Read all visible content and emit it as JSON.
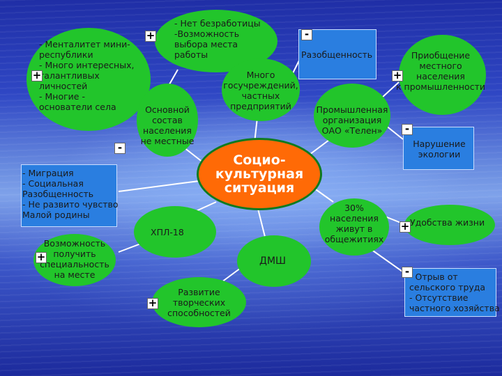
{
  "center": {
    "label": "Социо-\nкультурная\nситуация"
  },
  "nodes": {
    "mentalitet": {
      "text": "- Менталитет мини-\nреспублики\n- Много интересных,\nталантливых\nличностей\n- Многие -\nоснователи села",
      "sign": "+"
    },
    "bezrabotica": {
      "text": "- Нет безработицы\n-Возможность\nвыбора места\nработы",
      "sign": "+"
    },
    "razobshchennost_top": {
      "text": "Разобщенность",
      "sign": "-"
    },
    "priobshchenie": {
      "text": "Приобщение\nместного\nнаселения\nк промышленности",
      "sign": "+"
    },
    "sostav": {
      "text": "Основной\nсостав\nнаселения\nне местные",
      "sign": "-"
    },
    "gosuchrezhdenia": {
      "text": "Много\nгосучреждений,\nчастных\nпредприятий"
    },
    "promyshlennaya": {
      "text": "Промышленная\nорганизация\nОАО «Телен»"
    },
    "ekologia": {
      "text": "Нарушение\nэкологии",
      "sign": "-"
    },
    "migracia": {
      "text": "- Миграция\n- Социальная\nРазобщенность\n- Не развито чувство\nМалой родины",
      "sign": "-"
    },
    "obshchezhitia": {
      "text": "30%\nнаселения\nживут в\nобщежитиях"
    },
    "udobstva": {
      "text": "Удобства жизни",
      "sign": "+"
    },
    "hpl": {
      "text": "ХПЛ-18"
    },
    "specialnost": {
      "text": "Возможность\nполучить\nспециальность\nна месте",
      "sign": "+"
    },
    "dmsh": {
      "text": "ДМШ"
    },
    "tvorchestvo": {
      "text": "Развитие\nтворческих\nспособностей",
      "sign": "+"
    },
    "otryv": {
      "text": "- Отрыв от\nсельского труда\n- Отсутствие\nчастного хозяйства",
      "sign": "-"
    }
  },
  "colors": {
    "center_fill": "#ff6a06",
    "center_border": "#0f7a20",
    "green_node": "#22c52b",
    "blue_box": "#2a7ee0",
    "connector": "#ffffff"
  }
}
